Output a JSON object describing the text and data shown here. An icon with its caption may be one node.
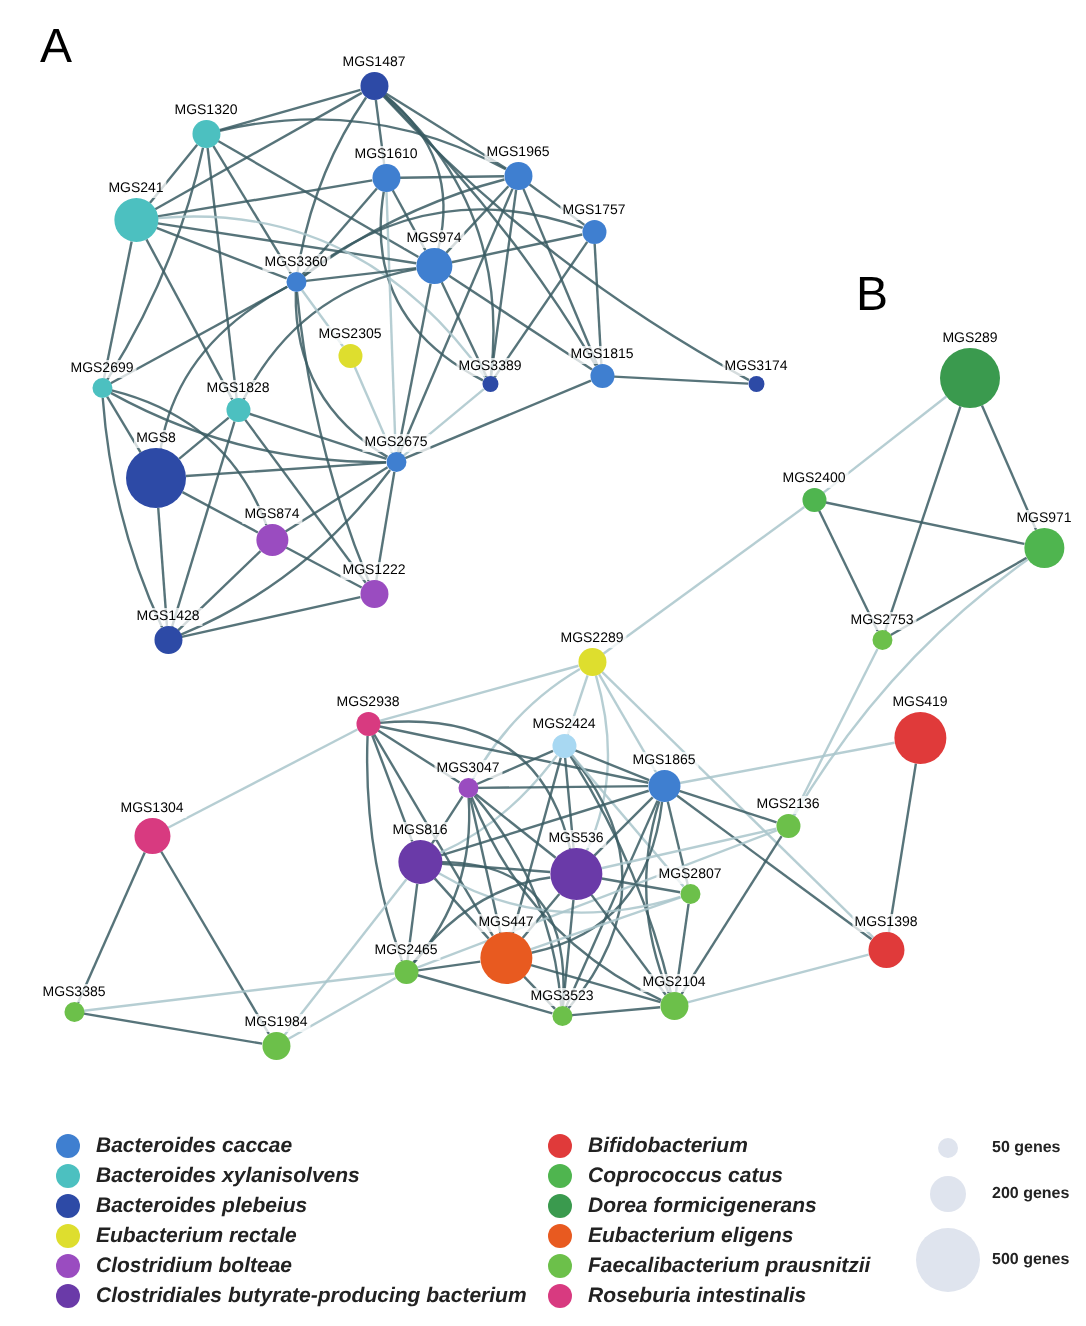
{
  "diagram": {
    "nodes": [
      {
        "text": [
          "MGS1487"
        ]
      },
      {
        "text": [
          "MGS1320"
        ]
      },
      {
        "text": [
          "MGS1610"
        ]
      },
      {
        "text": [
          "MGS1965"
        ]
      },
      {
        "text": [
          "MGS241"
        ]
      },
      {
        "text": [
          "MGS1757"
        ]
      },
      {
        "text": [
          "MGS974"
        ]
      },
      {
        "text": [
          "MGS3360"
        ]
      },
      {
        "text": [
          "MGS2305"
        ]
      },
      {
        "text": [
          "MGS2699"
        ]
      },
      {
        "text": [
          "MGS1815"
        ]
      },
      {
        "text": [
          "MGS3389"
        ]
      },
      {
        "text": [
          "MGS3174"
        ]
      },
      {
        "text": [
          "MGS1828"
        ]
      },
      {
        "text": [
          "MGS8"
        ]
      },
      {
        "text": [
          "MGS2675"
        ]
      },
      {
        "text": [
          "MGS874"
        ]
      },
      {
        "text": [
          "MGS1222"
        ]
      },
      {
        "text": [
          "MGS1428"
        ]
      },
      {
        "text": [
          "MGS289"
        ]
      },
      {
        "text": [
          "MGS2400"
        ]
      },
      {
        "text": [
          "MGS971"
        ]
      },
      {
        "text": [
          "MGS2753"
        ]
      },
      {
        "text": [
          "MGS2289"
        ]
      },
      {
        "text": [
          "MGS419"
        ]
      },
      {
        "text": [
          "MGS2938"
        ]
      },
      {
        "text": [
          "MGS2424"
        ]
      },
      {
        "text": [
          "MGS3047"
        ]
      },
      {
        "text": [
          "MGS1304"
        ]
      },
      {
        "text": [
          "MGS1865"
        ]
      },
      {
        "text": [
          "MGS2136"
        ]
      },
      {
        "text": [
          "MGS816"
        ]
      },
      {
        "text": [
          "MGS536"
        ]
      },
      {
        "text": [
          "MGS2807"
        ]
      },
      {
        "text": [
          "MGS447"
        ]
      },
      {
        "text": [
          "MGS2465"
        ]
      },
      {
        "text": [
          "MGS3385"
        ]
      },
      {
        "text": [
          "MGS1984"
        ]
      },
      {
        "text": [
          "MGS3523"
        ]
      },
      {
        "text": [
          "MGS2104"
        ]
      },
      {
        "text": [
          "MGS1398"
        ]
      }
    ],
    "edges": [
      {
        "from": 0,
        "to": 1,
        "arrow": "none"
      },
      {
        "from": 0,
        "to": 2,
        "arrow": "none"
      },
      {
        "from": 0,
        "to": 3,
        "arrow": "none"
      },
      {
        "from": 0,
        "to": 4,
        "arrow": "none"
      },
      {
        "from": 0,
        "to": 6,
        "arrow": "none"
      },
      {
        "from": 0,
        "to": 7,
        "arrow": "none"
      },
      {
        "from": 0,
        "to": 10,
        "arrow": "none"
      },
      {
        "from": 0,
        "to": 12,
        "arrow": "none"
      },
      {
        "from": 0,
        "to": 11,
        "arrow": "none"
      },
      {
        "from": 1,
        "to": 4,
        "arrow": "none"
      },
      {
        "from": 1,
        "to": 7,
        "arrow": "none"
      },
      {
        "from": 1,
        "to": 13,
        "arrow": "none"
      },
      {
        "from": 1,
        "to": 6,
        "arrow": "none"
      },
      {
        "from": 1,
        "to": 3,
        "arrow": "none"
      },
      {
        "from": 1,
        "to": 9,
        "arrow": "none"
      },
      {
        "from": 2,
        "to": 3,
        "arrow": "none"
      },
      {
        "from": 2,
        "to": 6,
        "arrow": "none"
      },
      {
        "from": 2,
        "to": 11,
        "arrow": "none"
      },
      {
        "from": 2,
        "to": 7,
        "arrow": "none"
      },
      {
        "from": 2,
        "to": 4,
        "arrow": "none"
      },
      {
        "from": 2,
        "to": 15,
        "arrow": "none",
        "color": "#a9c6cb"
      },
      {
        "from": 3,
        "to": 5,
        "arrow": "none"
      },
      {
        "from": 3,
        "to": 6,
        "arrow": "none"
      },
      {
        "from": 3,
        "to": 7,
        "arrow": "none"
      },
      {
        "from": 3,
        "to": 10,
        "arrow": "none"
      },
      {
        "from": 3,
        "to": 11,
        "arrow": "none"
      },
      {
        "from": 3,
        "to": 15,
        "arrow": "none"
      },
      {
        "from": 4,
        "to": 6,
        "arrow": "none"
      },
      {
        "from": 4,
        "to": 7,
        "arrow": "none"
      },
      {
        "from": 4,
        "to": 9,
        "arrow": "none"
      },
      {
        "from": 4,
        "to": 13,
        "arrow": "none"
      },
      {
        "from": 4,
        "to": 11,
        "arrow": "none",
        "color": "#a9c6cb"
      },
      {
        "from": 5,
        "to": 6,
        "arrow": "none"
      },
      {
        "from": 5,
        "to": 10,
        "arrow": "none"
      },
      {
        "from": 5,
        "to": 11,
        "arrow": "none"
      },
      {
        "from": 5,
        "to": 7,
        "arrow": "none"
      },
      {
        "from": 6,
        "to": 7,
        "arrow": "none"
      },
      {
        "from": 6,
        "to": 11,
        "arrow": "none"
      },
      {
        "from": 6,
        "to": 10,
        "arrow": "none"
      },
      {
        "from": 6,
        "to": 15,
        "arrow": "none"
      },
      {
        "from": 6,
        "to": 13,
        "arrow": "none"
      },
      {
        "from": 7,
        "to": 9,
        "arrow": "none"
      },
      {
        "from": 7,
        "to": 14,
        "arrow": "none"
      },
      {
        "from": 7,
        "to": 17,
        "arrow": "none"
      },
      {
        "from": 7,
        "to": 15,
        "arrow": "none"
      },
      {
        "from": 7,
        "to": 8,
        "arrow": "none",
        "color": "#a9c6cb"
      },
      {
        "from": 8,
        "to": 15,
        "arrow": "none",
        "color": "#a9c6cb"
      },
      {
        "from": 9,
        "to": 14,
        "arrow": "none"
      },
      {
        "from": 9,
        "to": 18,
        "arrow": "none"
      },
      {
        "from": 9,
        "to": 15,
        "arrow": "none"
      },
      {
        "from": 9,
        "to": 16,
        "arrow": "none"
      },
      {
        "from": 10,
        "to": 12,
        "arrow": "none"
      },
      {
        "from": 10,
        "to": 15,
        "arrow": "none"
      },
      {
        "from": 13,
        "to": 14,
        "arrow": "none"
      },
      {
        "from": 13,
        "to": 17,
        "arrow": "none"
      },
      {
        "from": 13,
        "to": 18,
        "arrow": "none"
      },
      {
        "from": 13,
        "to": 15,
        "arrow": "none"
      },
      {
        "from": 14,
        "to": 16,
        "arrow": "none"
      },
      {
        "from": 14,
        "to": 18,
        "arrow": "none"
      },
      {
        "from": 14,
        "to": 15,
        "arrow": "none"
      },
      {
        "from": 15,
        "to": 16,
        "arrow": "none"
      },
      {
        "from": 15,
        "to": 17,
        "arrow": "none"
      },
      {
        "from": 15,
        "to": 18,
        "arrow": "none"
      },
      {
        "from": 16,
        "to": 17,
        "arrow": "none"
      },
      {
        "from": 16,
        "to": 18,
        "arrow": "none"
      },
      {
        "from": 17,
        "to": 18,
        "arrow": "none"
      },
      {
        "from": 11,
        "to": 15,
        "arrow": "none",
        "color": "#a9c6cb"
      },
      {
        "from": 19,
        "to": 20,
        "arrow": "none",
        "color": "#a9c6cb"
      },
      {
        "from": 19,
        "to": 21,
        "arrow": "none"
      },
      {
        "from": 19,
        "to": 22,
        "arrow": "none"
      },
      {
        "from": 20,
        "to": 21,
        "arrow": "none"
      },
      {
        "from": 20,
        "to": 22,
        "arrow": "none"
      },
      {
        "from": 21,
        "to": 22,
        "arrow": "none"
      },
      {
        "from": 20,
        "to": 23,
        "arrow": "none",
        "color": "#a9c6cb"
      },
      {
        "from": 21,
        "to": 30,
        "arrow": "none",
        "color": "#a9c6cb"
      },
      {
        "from": 22,
        "to": 30,
        "arrow": "none",
        "color": "#a9c6cb"
      },
      {
        "from": 24,
        "to": 40,
        "arrow": "none"
      },
      {
        "from": 24,
        "to": 29,
        "arrow": "none",
        "color": "#a9c6cb"
      },
      {
        "from": 23,
        "to": 25,
        "arrow": "none",
        "color": "#a9c6cb"
      },
      {
        "from": 23,
        "to": 26,
        "arrow": "none",
        "color": "#a9c6cb"
      },
      {
        "from": 23,
        "to": 27,
        "arrow": "none",
        "color": "#a9c6cb"
      },
      {
        "from": 23,
        "to": 29,
        "arrow": "none",
        "color": "#a9c6cb"
      },
      {
        "from": 23,
        "to": 32,
        "arrow": "none",
        "color": "#a9c6cb"
      },
      {
        "from": 23,
        "to": 40,
        "arrow": "none",
        "color": "#a9c6cb"
      },
      {
        "from": 25,
        "to": 28,
        "arrow": "none",
        "color": "#a9c6cb"
      },
      {
        "from": 25,
        "to": 31,
        "arrow": "none"
      },
      {
        "from": 25,
        "to": 35,
        "arrow": "none"
      },
      {
        "from": 25,
        "to": 32,
        "arrow": "none"
      },
      {
        "from": 25,
        "to": 27,
        "arrow": "none"
      },
      {
        "from": 25,
        "to": 34,
        "arrow": "none"
      },
      {
        "from": 25,
        "to": 29,
        "arrow": "none"
      },
      {
        "from": 28,
        "to": 36,
        "arrow": "none"
      },
      {
        "from": 28,
        "to": 37,
        "arrow": "none"
      },
      {
        "from": 36,
        "to": 37,
        "arrow": "none"
      },
      {
        "from": 36,
        "to": 35,
        "arrow": "none",
        "color": "#a9c6cb"
      },
      {
        "from": 37,
        "to": 35,
        "arrow": "none",
        "color": "#a9c6cb"
      },
      {
        "from": 37,
        "to": 31,
        "arrow": "none",
        "color": "#a9c6cb"
      },
      {
        "from": 26,
        "to": 27,
        "arrow": "none"
      },
      {
        "from": 26,
        "to": 29,
        "arrow": "none"
      },
      {
        "from": 26,
        "to": 31,
        "arrow": "none",
        "color": "#a9c6cb"
      },
      {
        "from": 26,
        "to": 32,
        "arrow": "none"
      },
      {
        "from": 26,
        "to": 34,
        "arrow": "none"
      },
      {
        "from": 26,
        "to": 38,
        "arrow": "none"
      },
      {
        "from": 26,
        "to": 39,
        "arrow": "none"
      },
      {
        "from": 26,
        "to": 33,
        "arrow": "none",
        "color": "#a9c6cb"
      },
      {
        "from": 27,
        "to": 29,
        "arrow": "none"
      },
      {
        "from": 27,
        "to": 31,
        "arrow": "none"
      },
      {
        "from": 27,
        "to": 32,
        "arrow": "none"
      },
      {
        "from": 27,
        "to": 34,
        "arrow": "none"
      },
      {
        "from": 27,
        "to": 35,
        "arrow": "none"
      },
      {
        "from": 27,
        "to": 38,
        "arrow": "none"
      },
      {
        "from": 27,
        "to": 39,
        "arrow": "none"
      },
      {
        "from": 29,
        "to": 30,
        "arrow": "none"
      },
      {
        "from": 29,
        "to": 31,
        "arrow": "none"
      },
      {
        "from": 29,
        "to": 32,
        "arrow": "none"
      },
      {
        "from": 29,
        "to": 33,
        "arrow": "none"
      },
      {
        "from": 29,
        "to": 34,
        "arrow": "none"
      },
      {
        "from": 29,
        "to": 38,
        "arrow": "none"
      },
      {
        "from": 29,
        "to": 39,
        "arrow": "none"
      },
      {
        "from": 29,
        "to": 40,
        "arrow": "none"
      },
      {
        "from": 30,
        "to": 32,
        "arrow": "none",
        "color": "#a9c6cb"
      },
      {
        "from": 30,
        "to": 35,
        "arrow": "none",
        "color": "#a9c6cb"
      },
      {
        "from": 30,
        "to": 39,
        "arrow": "none"
      },
      {
        "from": 31,
        "to": 32,
        "arrow": "none"
      },
      {
        "from": 31,
        "to": 34,
        "arrow": "none"
      },
      {
        "from": 31,
        "to": 35,
        "arrow": "none"
      },
      {
        "from": 31,
        "to": 38,
        "arrow": "none"
      },
      {
        "from": 31,
        "to": 33,
        "arrow": "none",
        "color": "#a9c6cb"
      },
      {
        "from": 32,
        "to": 33,
        "arrow": "none"
      },
      {
        "from": 32,
        "to": 34,
        "arrow": "none"
      },
      {
        "from": 32,
        "to": 35,
        "arrow": "none"
      },
      {
        "from": 32,
        "to": 38,
        "arrow": "none"
      },
      {
        "from": 32,
        "to": 39,
        "arrow": "none"
      },
      {
        "from": 33,
        "to": 34,
        "arrow": "none",
        "color": "#a9c6cb"
      },
      {
        "from": 33,
        "to": 39,
        "arrow": "none"
      },
      {
        "from": 34,
        "to": 35,
        "arrow": "none"
      },
      {
        "from": 34,
        "to": 38,
        "arrow": "none"
      },
      {
        "from": 34,
        "to": 39,
        "arrow": "none"
      },
      {
        "from": 38,
        "to": 39,
        "arrow": "none"
      },
      {
        "from": 39,
        "to": 40,
        "arrow": "none",
        "color": "#a9c6cb"
      },
      {
        "from": 35,
        "to": 38,
        "arrow": "none"
      }
    ],
    "labels": [
      "A",
      "B"
    ],
    "legend": [
      {
        "text": "Bacteroides caccae",
        "color": "#3f7fd0"
      },
      {
        "text": "Bacteroides xylanisolvens",
        "color": "#4cc0c0"
      },
      {
        "text": "Bacteroides plebeius",
        "color": "#2d4aa6"
      },
      {
        "text": "Eubacterium rectale",
        "color": "#dede2e"
      },
      {
        "text": "Clostridium bolteae",
        "color": "#9a4cc0"
      },
      {
        "text": "Clostridiales butyrate-producing bacterium",
        "color": "#6a3aa8"
      },
      {
        "text": "Bifidobacterium",
        "color": "#e03a3a"
      },
      {
        "text": "Coprococcus catus",
        "color": "#4fb54f"
      },
      {
        "text": "Dorea formicigenerans",
        "color": "#3a9a4e"
      },
      {
        "text": "Eubacterium eligens",
        "color": "#e85a20"
      },
      {
        "text": "Faecalibacterium prausnitzii",
        "color": "#6cc04a"
      },
      {
        "text": "Roseburia intestinalis",
        "color": "#d83a80"
      },
      {
        "text": "50 genes"
      },
      {
        "text": "200 genes"
      },
      {
        "text": "500 genes"
      }
    ]
  }
}
